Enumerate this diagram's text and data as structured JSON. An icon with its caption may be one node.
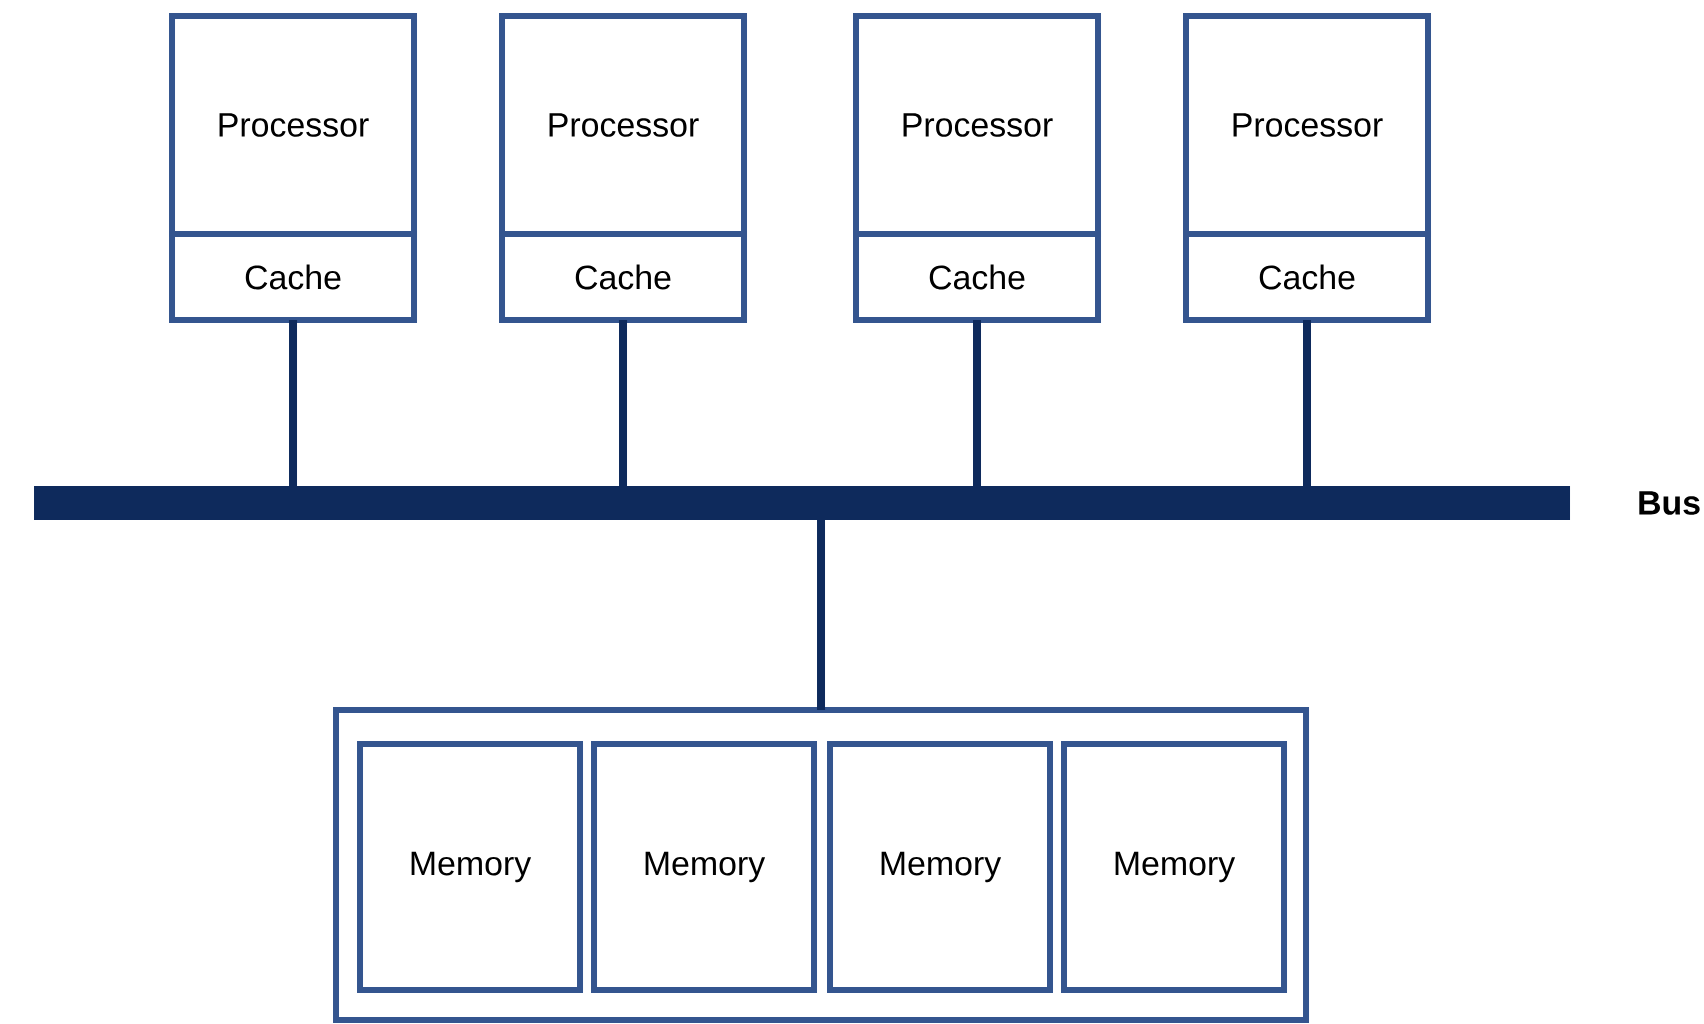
{
  "diagram": {
    "nodes": [
      {
        "text": [
          "Processor"
        ]
      },
      {
        "text": [
          "Cache"
        ]
      },
      {
        "text": [
          "Processor"
        ]
      },
      {
        "text": [
          "Cache"
        ]
      },
      {
        "text": [
          "Processor"
        ]
      },
      {
        "text": [
          "Cache"
        ]
      },
      {
        "text": [
          "Processor"
        ]
      },
      {
        "text": [
          "Cache"
        ]
      },
      {
        "text": [],
        "shape": "bar",
        "beside": [
          "Bus"
        ]
      },
      {
        "text": [],
        "shape": "box"
      },
      {
        "text": [
          "Memory"
        ],
        "in": 9
      },
      {
        "text": [
          "Memory"
        ],
        "in": 9
      },
      {
        "text": [
          "Memory"
        ],
        "in": 9
      },
      {
        "text": [
          "Memory"
        ],
        "in": 9
      }
    ],
    "edges": [
      {
        "from": 1,
        "to": 8,
        "arrow": "none"
      },
      {
        "from": 3,
        "to": 8,
        "arrow": "none"
      },
      {
        "from": 5,
        "to": 8,
        "arrow": "none"
      },
      {
        "from": 7,
        "to": 8,
        "arrow": "none"
      },
      {
        "from": 8,
        "to": 9,
        "arrow": "none"
      }
    ]
  }
}
